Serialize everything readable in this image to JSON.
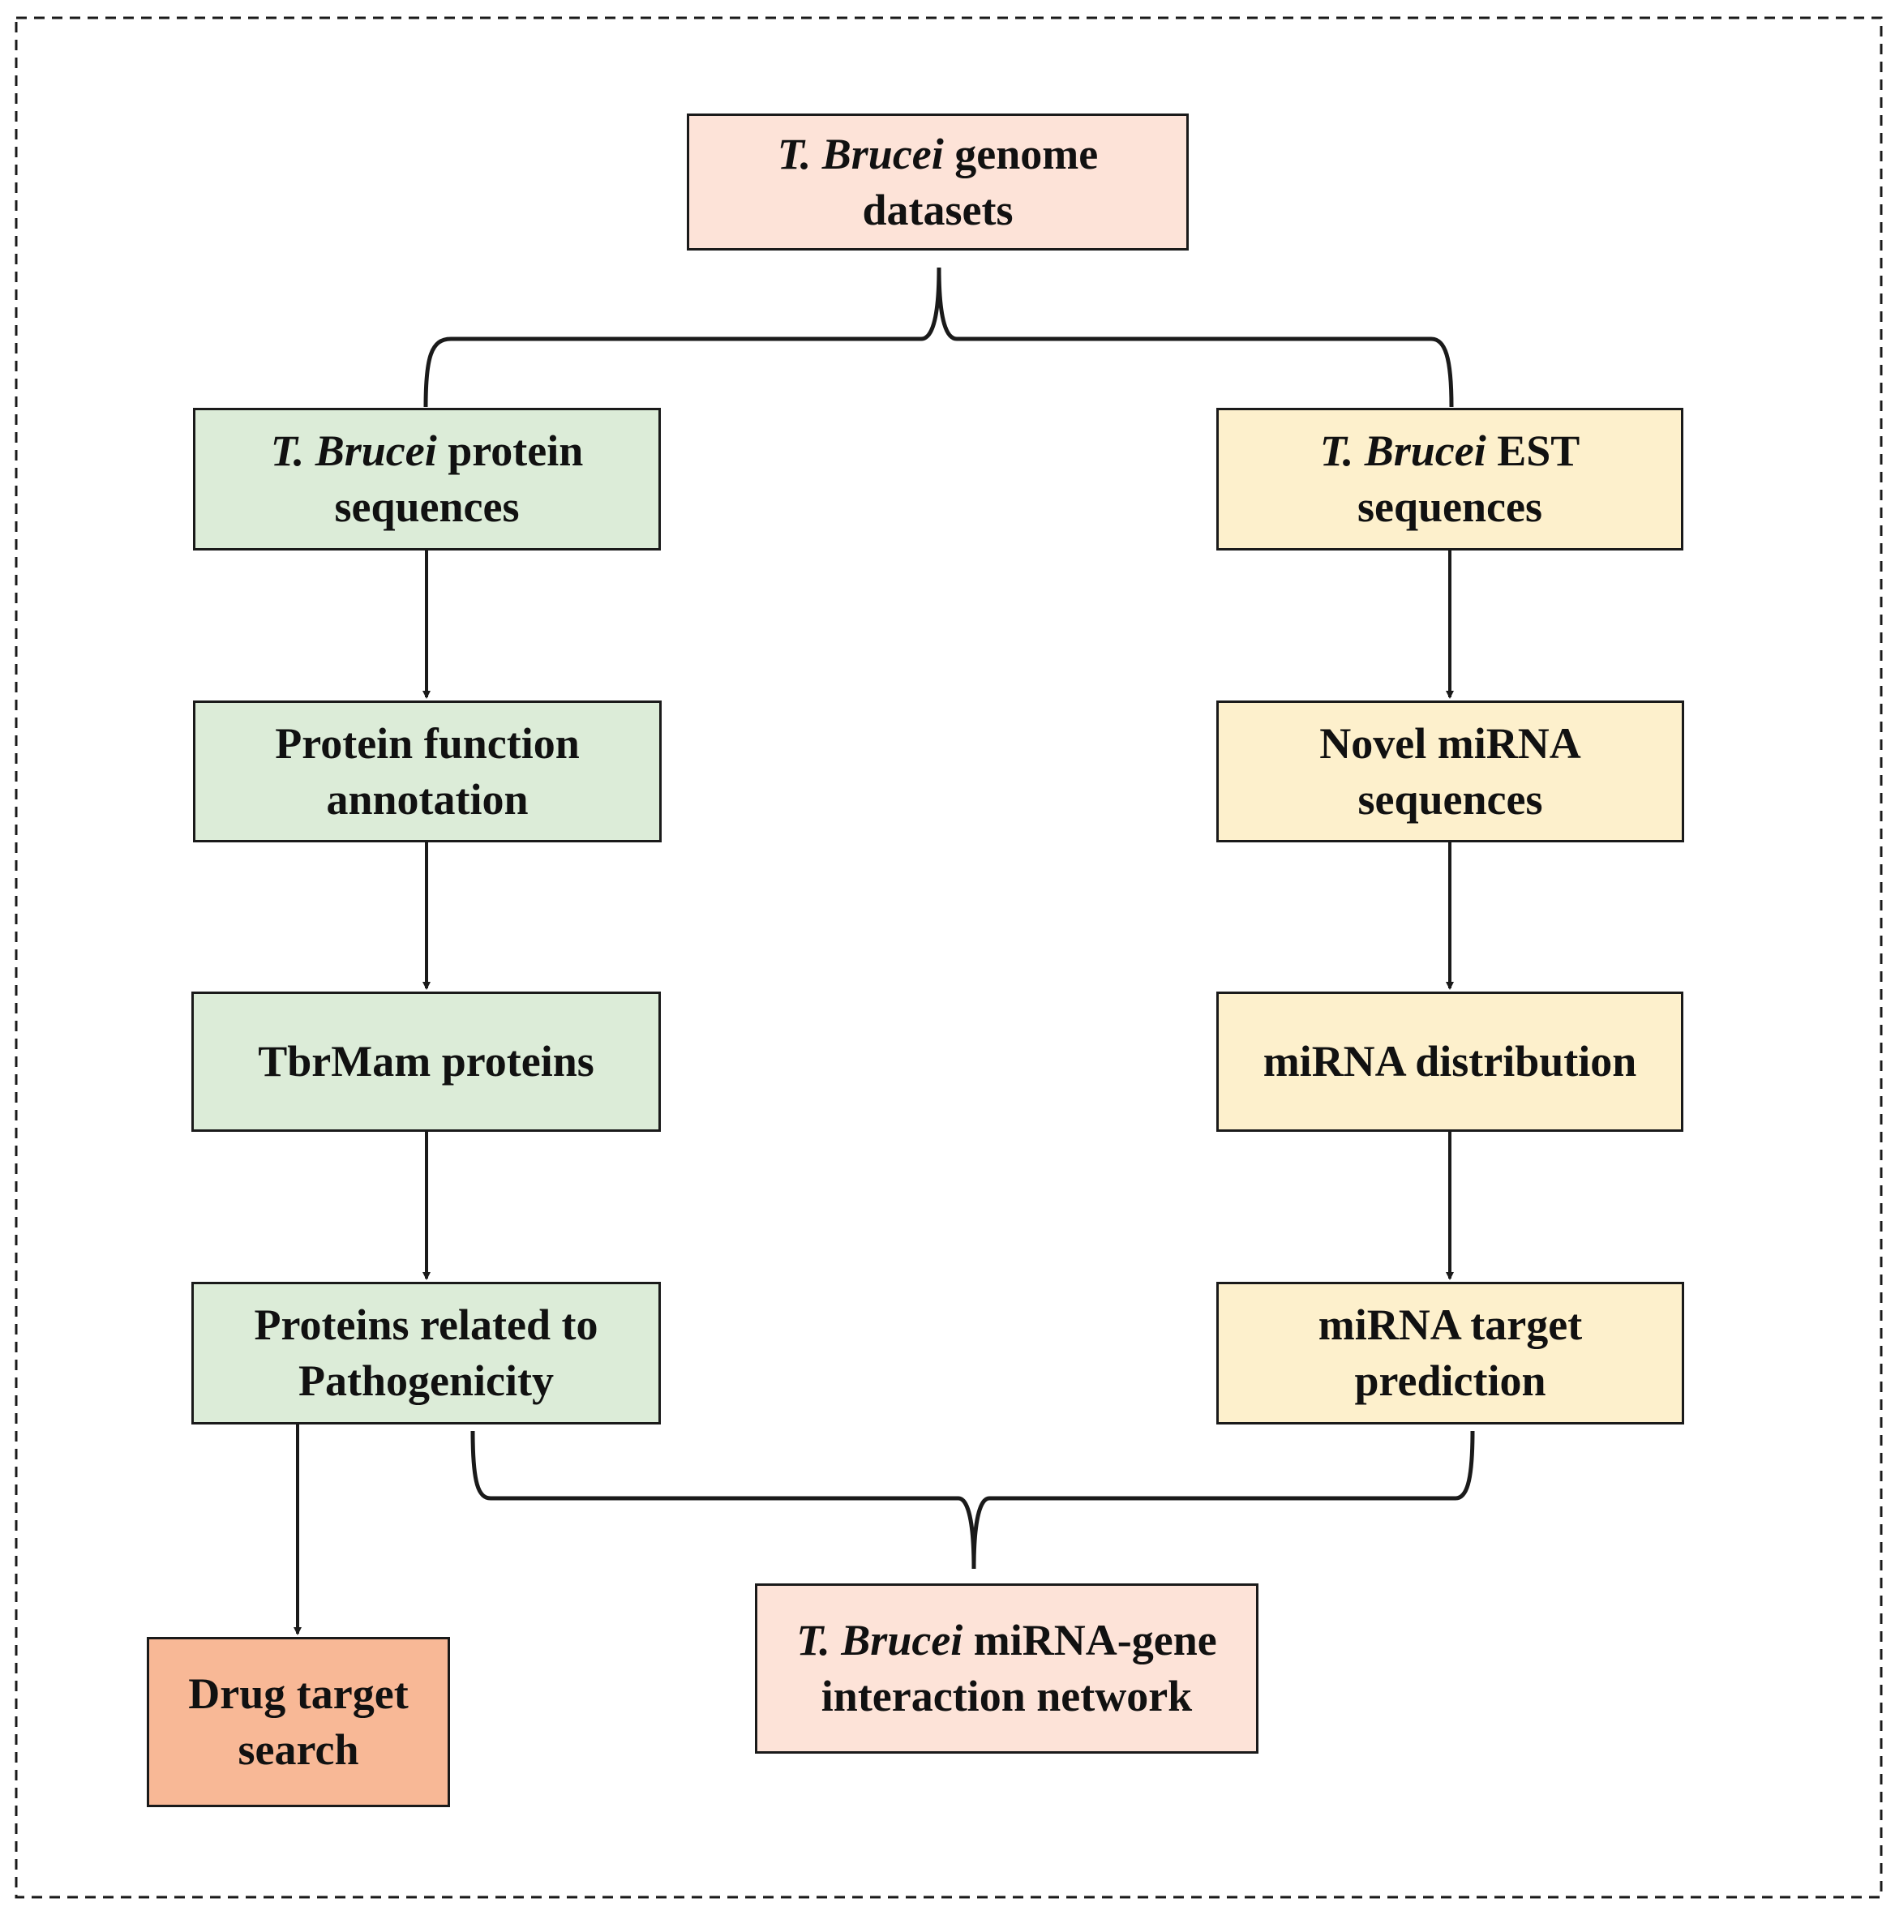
{
  "colors": {
    "peach": "#fde3d8",
    "green": "#dcecd8",
    "yellow": "#fdf0cc",
    "orange": "#f8b896",
    "line": "#1a1a1a"
  },
  "nodes": {
    "genome": {
      "italic": "T. Brucei",
      "line1_rest": " genome",
      "line2": "datasets"
    },
    "protein_seq": {
      "italic": "T. Brucei",
      "line1_rest": " protein",
      "line2": "sequences"
    },
    "est_seq": {
      "italic": "T. Brucei",
      "line1_rest": " EST",
      "line2": "sequences"
    },
    "protein_function": {
      "line1": "Protein function",
      "line2": "annotation"
    },
    "novel_mirna": {
      "line1": "Novel miRNA",
      "line2": "sequences"
    },
    "tbrmam": {
      "line1": "TbrMam proteins"
    },
    "mirna_distribution": {
      "line1": "miRNA distribution"
    },
    "pathogenicity": {
      "line1": "Proteins related to",
      "line2": "Pathogenicity"
    },
    "mirna_target": {
      "line1": "miRNA target",
      "line2": "prediction"
    },
    "drug_target": {
      "line1": "Drug target",
      "line2": "search"
    },
    "network": {
      "italic": "T. Brucei",
      "line1_rest": " miRNA-gene",
      "line2": "interaction network"
    }
  }
}
